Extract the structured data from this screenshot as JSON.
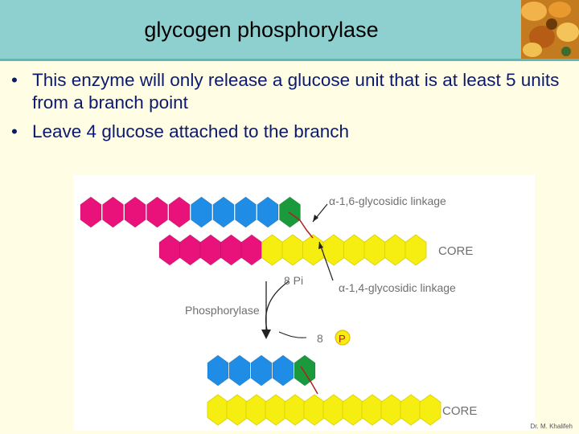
{
  "slide": {
    "title": "glycogen phosphorylase",
    "bullets": [
      "This enzyme will only release a glucose unit that is at least 5 units from a branch point",
      "Leave 4 glucose attached to the branch"
    ],
    "bullet_symbol": "•",
    "credit": "Dr. M. Khalifeh"
  },
  "diagram": {
    "label_alpha16": "α-1,6-glycosidic linkage",
    "label_alpha14": "α-1,4-glycosidic linkage",
    "label_core_top": "CORE",
    "label_core_bottom": "CORE",
    "label_8pi": "8 Pi",
    "label_8": "8",
    "label_enzyme": "Phosphorylase",
    "label_p": "P",
    "colors": {
      "magenta": "#e8127a",
      "blue": "#1f8de6",
      "green": "#1a9a3c",
      "yellow": "#f6ee10",
      "text_gray": "#6f6f6f",
      "link_red": "#b31e1e",
      "title_bar": "#8ecfcf",
      "bullet_text": "#0c1a6e"
    }
  }
}
